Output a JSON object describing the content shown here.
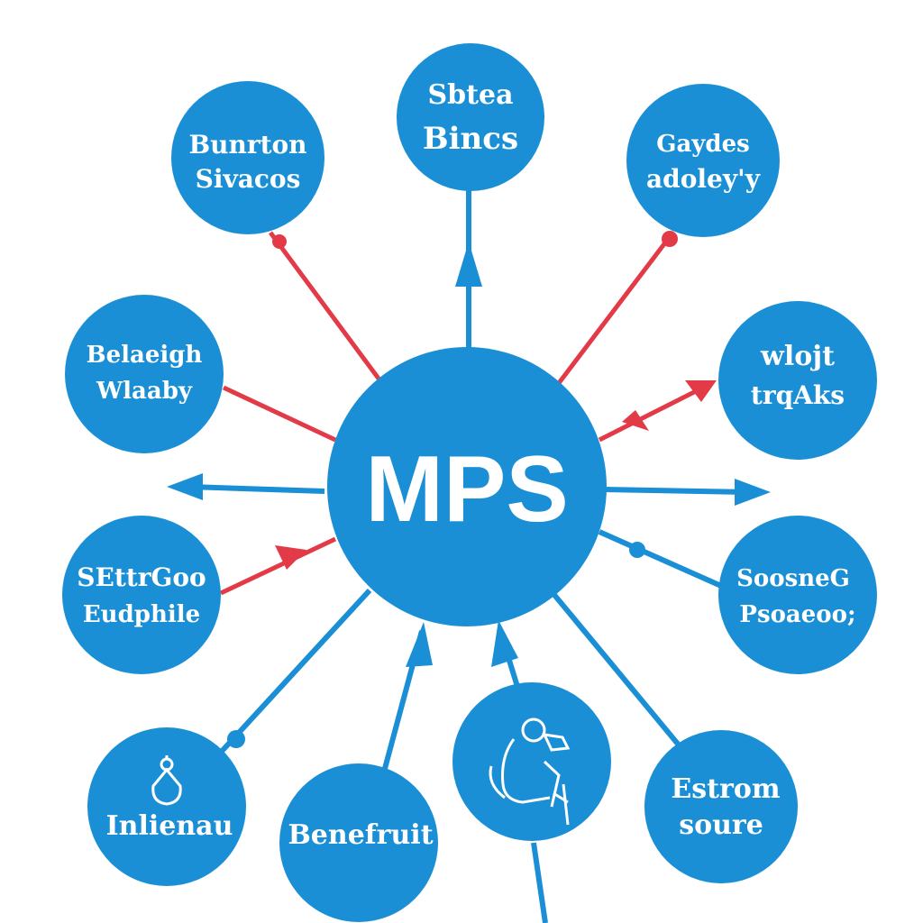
{
  "center": {
    "label": "MPS"
  },
  "colors": {
    "node": "#1a8fd6",
    "accent": "#e33a48",
    "text": "#ffffff",
    "background": "#ffffff"
  },
  "nodes": [
    {
      "id": "top",
      "lines": [
        "Sbtea",
        "Bincs"
      ]
    },
    {
      "id": "top-left",
      "lines": [
        "Bunrton",
        "Sivacos"
      ]
    },
    {
      "id": "top-right",
      "lines": [
        "Gaydes",
        "adoley'y"
      ]
    },
    {
      "id": "left",
      "lines": [
        "Belaeigh",
        "Wlaaby"
      ]
    },
    {
      "id": "right",
      "lines": [
        "wlojt",
        "trqAks"
      ]
    },
    {
      "id": "mid-left",
      "lines": [
        "SEttrGoo",
        "Eudphile"
      ]
    },
    {
      "id": "mid-right",
      "lines": [
        "SoosneG",
        "Psoaeoo;"
      ]
    },
    {
      "id": "bottom-left",
      "lines": [
        "Inlienau"
      ],
      "icon": "person-icon"
    },
    {
      "id": "bottom-mid-left",
      "lines": [
        "Benefruit"
      ]
    },
    {
      "id": "bottom-center",
      "lines": [],
      "icon": "figure-sketch-icon"
    },
    {
      "id": "bottom-right",
      "lines": [
        "Estrom",
        "soure"
      ]
    }
  ]
}
